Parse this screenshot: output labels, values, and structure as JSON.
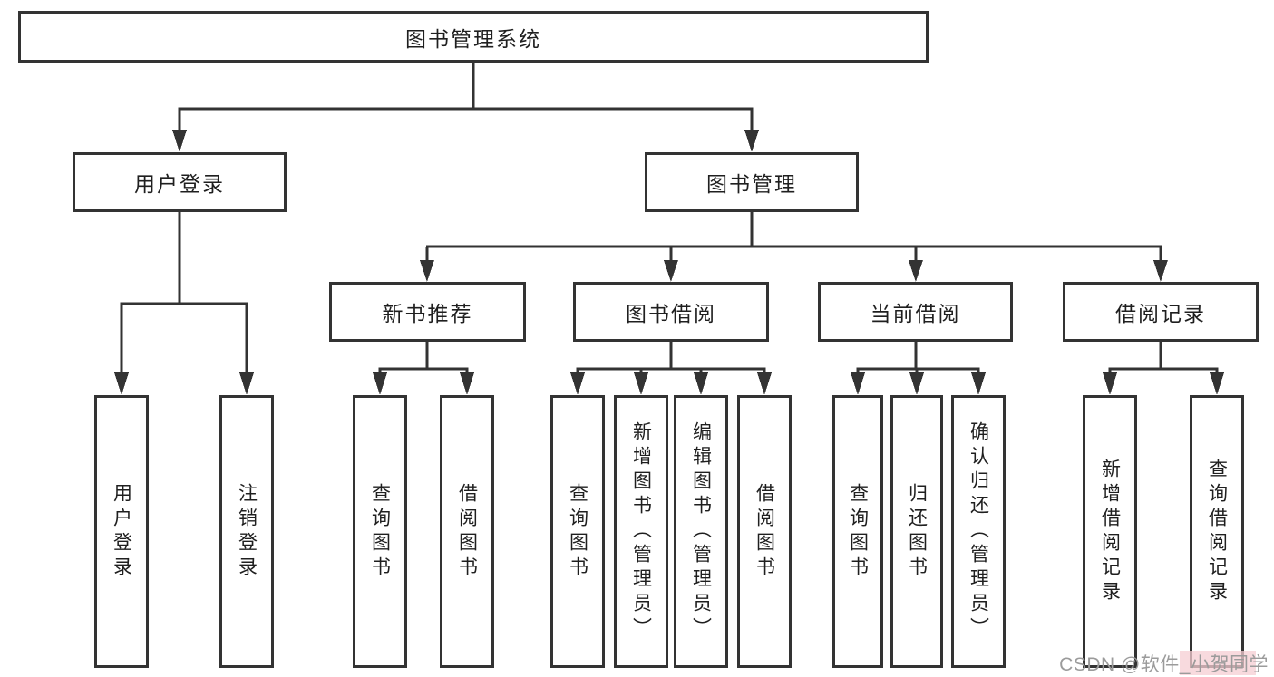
{
  "diagram": {
    "title": "图书管理系统",
    "root": {
      "label": "图书管理系统"
    },
    "level2": [
      {
        "label": "用户登录"
      },
      {
        "label": "图书管理"
      }
    ],
    "level3": [
      {
        "label": "新书推荐",
        "parent": "图书管理"
      },
      {
        "label": "图书借阅",
        "parent": "图书管理"
      },
      {
        "label": "当前借阅",
        "parent": "图书管理"
      },
      {
        "label": "借阅记录",
        "parent": "图书管理"
      }
    ],
    "leaves": [
      {
        "label": "用户登录",
        "parent": "用户登录"
      },
      {
        "label": "注销登录",
        "parent": "用户登录"
      },
      {
        "label": "查询图书",
        "parent": "新书推荐"
      },
      {
        "label": "借阅图书",
        "parent": "新书推荐"
      },
      {
        "label": "查询图书",
        "parent": "图书借阅"
      },
      {
        "label": "新增图书（管理员）",
        "parent": "图书借阅"
      },
      {
        "label": "编辑图书（管理员）",
        "parent": "图书借阅"
      },
      {
        "label": "借阅图书",
        "parent": "图书借阅"
      },
      {
        "label": "查询图书",
        "parent": "当前借阅"
      },
      {
        "label": "归还图书",
        "parent": "当前借阅"
      },
      {
        "label": "确认归还（管理员）",
        "parent": "当前借阅"
      },
      {
        "label": "新增借阅记录",
        "parent": "借阅记录"
      },
      {
        "label": "查询借阅记录",
        "parent": "借阅记录"
      }
    ]
  },
  "watermark": {
    "text": "CSDN @软件_小贺同学"
  },
  "colors": {
    "line": "#333333",
    "text": "#1f1f1f",
    "background": "#ffffff",
    "watermark_text": "#9b9b9b",
    "watermark_highlight": "#f6cdd3"
  }
}
